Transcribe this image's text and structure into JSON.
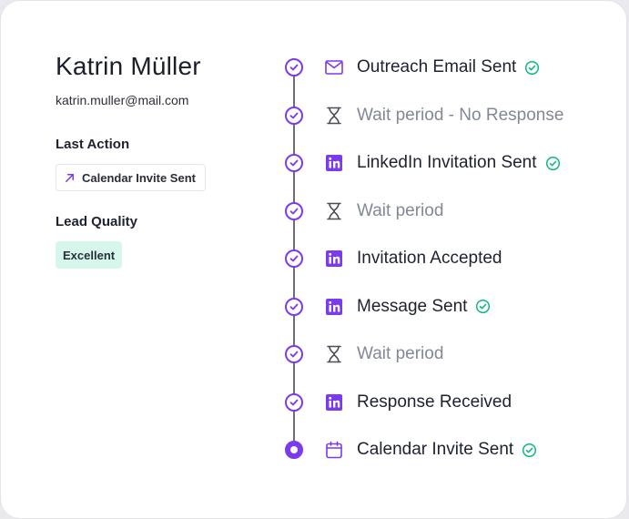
{
  "profile": {
    "name": "Katrin Müller",
    "email": "katrin.muller@mail.com",
    "last_action_label": "Last Action",
    "last_action_value": "Calendar Invite Sent",
    "lead_quality_label": "Lead Quality",
    "lead_quality_value": "Excellent"
  },
  "colors": {
    "accent": "#7c3aed",
    "success": "#10b981",
    "quality_badge_bg": "#d8f7ec",
    "muted_text": "#838896"
  },
  "timeline": [
    {
      "label": "Outreach Email Sent",
      "icon": "mail-icon",
      "status": "done",
      "confirmed": true
    },
    {
      "label": "Wait period - No Response",
      "icon": "hourglass-icon",
      "status": "wait",
      "confirmed": false
    },
    {
      "label": "LinkedIn Invitation Sent",
      "icon": "linkedin-icon",
      "status": "done",
      "confirmed": true
    },
    {
      "label": "Wait period",
      "icon": "hourglass-icon",
      "status": "wait",
      "confirmed": false
    },
    {
      "label": "Invitation Accepted",
      "icon": "linkedin-icon",
      "status": "done",
      "confirmed": false
    },
    {
      "label": "Message Sent",
      "icon": "linkedin-icon",
      "status": "done",
      "confirmed": true
    },
    {
      "label": "Wait period",
      "icon": "hourglass-icon",
      "status": "wait",
      "confirmed": false
    },
    {
      "label": "Response Received",
      "icon": "linkedin-icon",
      "status": "done",
      "confirmed": false
    },
    {
      "label": "Calendar Invite Sent",
      "icon": "calendar-icon",
      "status": "current",
      "confirmed": true
    }
  ]
}
